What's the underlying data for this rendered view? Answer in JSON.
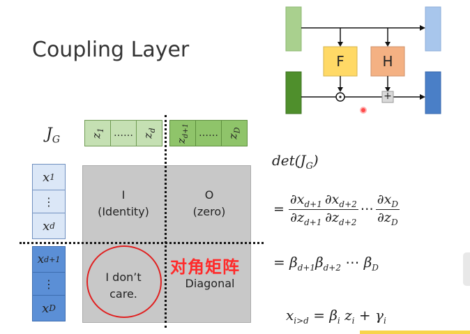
{
  "title": "Coupling Layer",
  "diagram": {
    "f_label": "F",
    "h_label": "H",
    "multiply_symbol": "⊙",
    "add_symbol": "+"
  },
  "matrix": {
    "label": "J_G",
    "top_left_quadrant": {
      "line1": "I",
      "line2": "(Identity)"
    },
    "top_right_quadrant": {
      "line1": "O",
      "line2": "(zero)"
    },
    "bottom_left_quadrant": {
      "line1": "I don’t",
      "line2": "care."
    },
    "bottom_right_quadrant": {
      "line1": "Diagonal"
    },
    "overlay_text": "对角矩阵",
    "column_header_left": [
      "z_1",
      "……",
      "z_d"
    ],
    "column_header_right": [
      "z_d+1",
      "……",
      "z_D"
    ],
    "row_header_top": [
      "x_1",
      "⋮",
      "x_d"
    ],
    "row_header_bottom": [
      "x_d+1",
      "⋮",
      "x_D"
    ]
  },
  "equations": {
    "det": "det(J_G)",
    "eq1": "= ∂x_d+1/∂z_d+1 · ∂x_d+2/∂z_d+2 ⋯ ∂x_D/∂z_D",
    "eq2": "= β_d+1 β_d+2 ⋯ β_D",
    "eq3": "x_i>d = β_i z_i + γ_i"
  },
  "colors": {
    "green_dark": "#4f8f2c",
    "green_light": "#a9d08e",
    "blue_dark": "#4a7fc7",
    "blue_light": "#a8c6ec",
    "f_box": "#ffd966",
    "h_box": "#f4b183",
    "matrix_gray": "#c8c8c8",
    "header_green_light": "#c5e0b3",
    "header_green_dark": "#8fc46a",
    "header_blue_light": "#dbe7f7",
    "header_blue_dark": "#5b8fd6",
    "accent_red": "#ff2a2a"
  }
}
